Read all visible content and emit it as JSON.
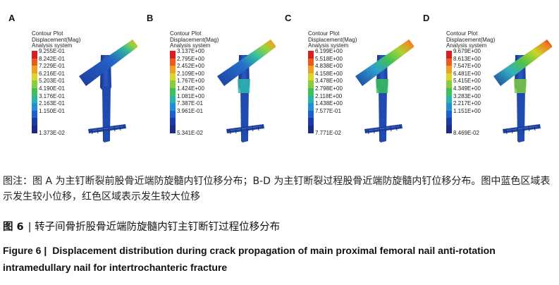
{
  "figure": {
    "legend_header": [
      "Contour Plot",
      "Displacement(Mag)",
      "Analysis system"
    ],
    "legend_colors": [
      "#d81e1e",
      "#ef5a1c",
      "#f0a020",
      "#d8d62a",
      "#8ccc3a",
      "#3cc05a",
      "#28b4a8",
      "#1f8fd6",
      "#1d5fd0",
      "#1a3aa8",
      "#1a2b8a"
    ],
    "panels": [
      {
        "letter": "A",
        "values": [
          "9.255E-01",
          "8.242E-01",
          "7.229E-01",
          "6.216E-01",
          "5.203E-01",
          "4.190E-01",
          "3.176E-01",
          "2.163E-01",
          "1.150E-01",
          "1.373E-02"
        ]
      },
      {
        "letter": "B",
        "values": [
          "3.137E+00",
          "2.795E+00",
          "2.452E+00",
          "2.109E+00",
          "1.767E+00",
          "1.424E+00",
          "1.081E+00",
          "7.387E-01",
          "3.961E-01",
          "5.341E-02"
        ]
      },
      {
        "letter": "C",
        "values": [
          "6.199E+00",
          "5.518E+00",
          "4.838E+00",
          "4.158E+00",
          "3.478E+00",
          "2.798E+00",
          "2.118E+00",
          "1.438E+00",
          "7.577E-01",
          "7.771E-02"
        ]
      },
      {
        "letter": "D",
        "values": [
          "9.679E+00",
          "8.613E+00",
          "7.547E+00",
          "6.481E+00",
          "5.415E+00",
          "4.349E+00",
          "3.283E+00",
          "2.217E+00",
          "1.151E+00",
          "8.469E-02"
        ]
      }
    ]
  },
  "caption": {
    "note": "图注：图 A 为主钉断裂前股骨近端防旋髓内钉位移分布；B-D 为主钉断裂过程股骨近端防旋髓内钉位移分布。图中蓝色区域表示发生较小位移，红色区域表示发生较大位移",
    "cn_label": "图 6",
    "cn_title": "| 转子间骨折股骨近端防旋髓内钉主钉断钉过程位移分布",
    "en_label": "Figure 6 |",
    "en_title": "Displacement distribution during crack propagation of main proximal femoral nail anti-rotation intramedullary nail for intertrochanteric fracture"
  }
}
